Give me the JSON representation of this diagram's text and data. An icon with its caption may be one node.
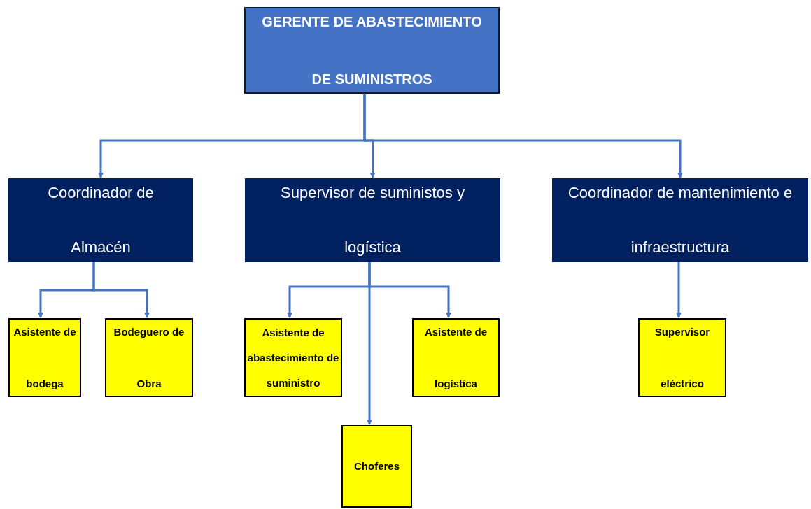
{
  "diagram": {
    "nodes": [
      {
        "text": [
          "GERENTE DE ABASTECIMIENTO DE SUMINISTROS"
        ]
      },
      {
        "text": [
          "Coordinador de Almacén"
        ]
      },
      {
        "text": [
          "Supervisor de suministos y logística"
        ]
      },
      {
        "text": [
          "Coordinador de mantenimiento e infraestructura"
        ]
      },
      {
        "text": [
          "Asistente de bodega"
        ]
      },
      {
        "text": [
          "Bodeguero de Obra"
        ]
      },
      {
        "text": [
          "Asistente de abastecimiento de suministro"
        ]
      },
      {
        "text": [
          "Asistente de logística"
        ]
      },
      {
        "text": [
          "Supervisor eléctrico"
        ]
      },
      {
        "text": [
          "Choferes"
        ]
      }
    ],
    "edges": [
      {
        "from": 0,
        "to": 1,
        "arrow": "to"
      },
      {
        "from": 0,
        "to": 2,
        "arrow": "to"
      },
      {
        "from": 0,
        "to": 3,
        "arrow": "to"
      },
      {
        "from": 1,
        "to": 4,
        "arrow": "to"
      },
      {
        "from": 1,
        "to": 5,
        "arrow": "to"
      },
      {
        "from": 2,
        "to": 6,
        "arrow": "to"
      },
      {
        "from": 2,
        "to": 7,
        "arrow": "to"
      },
      {
        "from": 2,
        "to": 9,
        "arrow": "to"
      },
      {
        "from": 3,
        "to": 8,
        "arrow": "to"
      }
    ]
  }
}
